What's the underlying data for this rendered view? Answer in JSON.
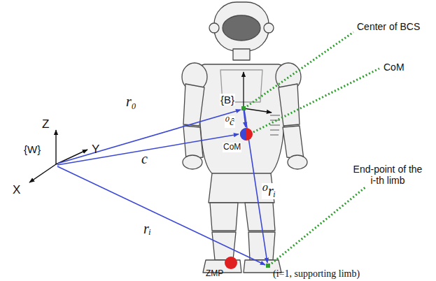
{
  "diagram": {
    "labels": [
      "Center of BCS",
      "CoM",
      "Z",
      "{W}",
      "Y",
      "X",
      "{B}",
      "r₀",
      "⁰ĉ",
      "c",
      "CoM",
      "rᵢ",
      "⁰rᵢ",
      "End-point of the i-th limb",
      "ZMP",
      "(i=1, supporting limb)"
    ]
  }
}
